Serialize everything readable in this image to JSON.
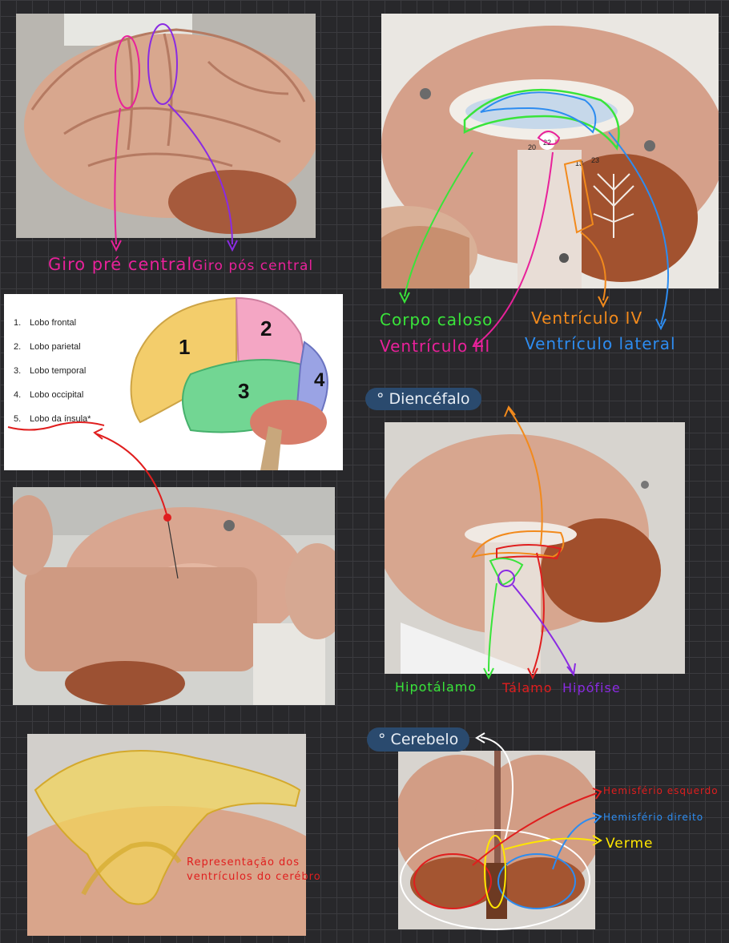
{
  "captions": {
    "giro_pre_central": "Giro pré central",
    "giro_pos_central": "Giro pós central",
    "corpo_caloso": "Corpo caloso",
    "ventriculo_iv": "Ventrículo IV",
    "ventriculo_iii": "Ventrículo III",
    "ventriculo_lateral": "Ventrículo lateral",
    "hipotalamo": "Hipotálamo",
    "talamo": "Tálamo",
    "hipofise": "Hipófise",
    "representacao_line1": "Representação dos",
    "representacao_line2": "ventrículos do cerébro",
    "hemisferio_esquerdo": "Hemisfério esquerdo",
    "hemisferio_direito": "Hemisfério direito",
    "verme": "Verme"
  },
  "sections": {
    "diencefalo": "Diencéfalo",
    "cerebelo": "Cerebelo",
    "bullet": "°"
  },
  "lobes_panel": {
    "items": [
      {
        "num": "1.",
        "label": "Lobo frontal"
      },
      {
        "num": "2.",
        "label": "Lobo parietal"
      },
      {
        "num": "3.",
        "label": "Lobo temporal"
      },
      {
        "num": "4.",
        "label": "Lobo occipital"
      },
      {
        "num": "5.",
        "label": "Lobo da ínsula*"
      }
    ],
    "region_numbers": [
      "1",
      "2",
      "3",
      "4"
    ]
  },
  "photo_labels": {
    "sagittal_numbers": [
      "22",
      "20",
      "13",
      "23"
    ]
  },
  "colors": {
    "magenta": "#e8219a",
    "purple": "#8a2be2",
    "green": "#39e43a",
    "orange": "#f28a1c",
    "blue": "#2d8cf0",
    "red": "#e01e1e",
    "yellow": "#ffe600",
    "white": "#ffffff",
    "pill_bg": "#2a4a6e"
  }
}
